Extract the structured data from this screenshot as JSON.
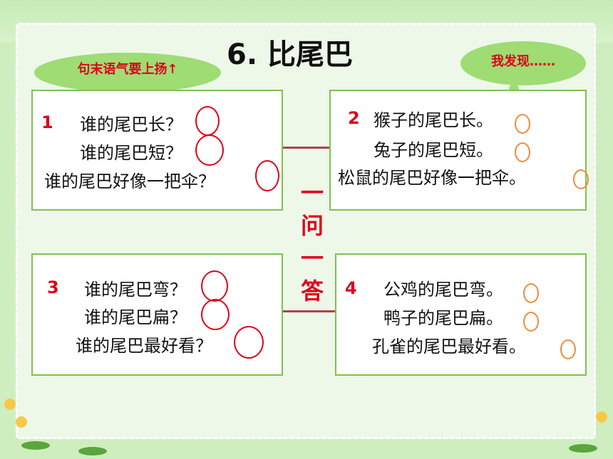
{
  "title": "6. 比尾巴",
  "hint_left": "句末语气要上扬",
  "hint_left_arrow": "↑",
  "hint_right": "我发现……",
  "vertical_label": [
    "一",
    "问",
    "一",
    "答"
  ],
  "boxes": [
    {
      "number": "1",
      "lines": [
        "谁的尾巴长？",
        "谁的尾巴短？",
        "谁的尾巴好像一把伞？"
      ]
    },
    {
      "number": "2",
      "lines": [
        "猴子的尾巴长。",
        "兔子的尾巴短。",
        "松鼠的尾巴好像一把伞。"
      ]
    },
    {
      "number": "3",
      "lines": [
        "谁的尾巴弯？",
        "谁的尾巴扁？",
        "谁的尾巴最好看？"
      ]
    },
    {
      "number": "4",
      "lines": [
        "公鸡的尾巴弯。",
        "鸭子的尾巴扁。",
        "孔雀的尾巴最好看。"
      ]
    }
  ]
}
